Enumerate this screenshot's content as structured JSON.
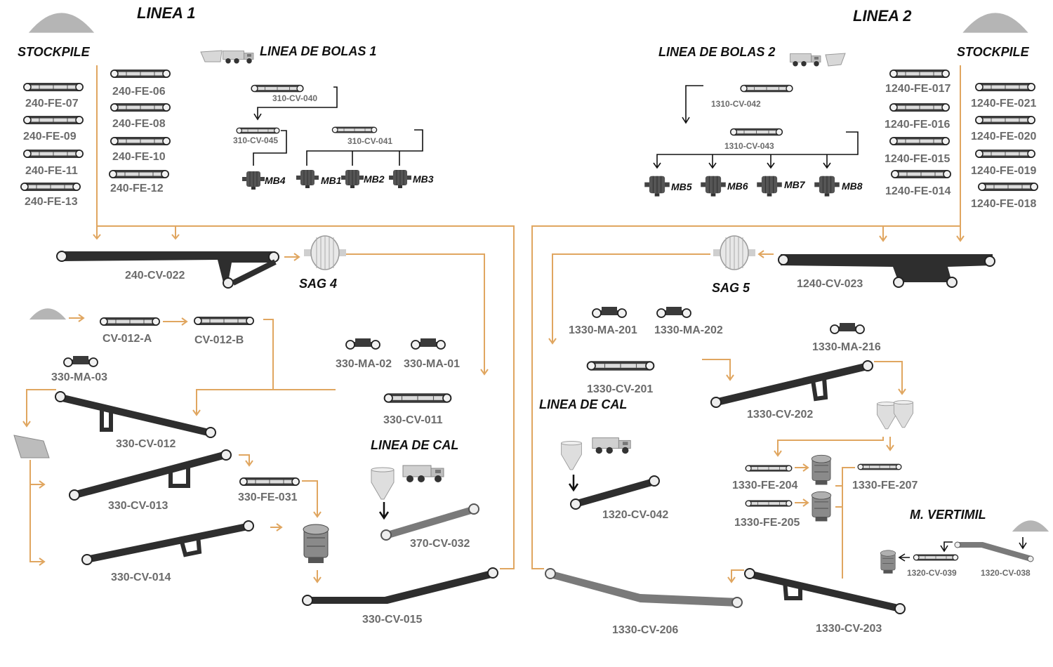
{
  "line1": {
    "title": "LINEA 1",
    "stockpile": "STOCKPILE",
    "ball_line": "LINEA DE BOLAS 1",
    "lime_line": "LINEA DE CAL",
    "sag": "SAG 4",
    "feeders_col1": [
      "240-FE-07",
      "240-FE-09",
      "240-FE-11",
      "240-FE-13"
    ],
    "feeders_col2": [
      "240-FE-06",
      "240-FE-08",
      "240-FE-10",
      "240-FE-12"
    ],
    "conveyors": {
      "cv040": "310-CV-040",
      "cv045": "310-CV-045",
      "cv041": "310-CV-041",
      "cv022": "240-CV-022",
      "cv012a": "CV-012-A",
      "cv012b": "CV-012-B",
      "cv011": "330-CV-011",
      "cv012": "330-CV-012",
      "cv013": "330-CV-013",
      "cv014": "330-CV-014",
      "fe031": "330-FE-031",
      "cv032": "370-CV-032",
      "cv015": "330-CV-015"
    },
    "magnets": [
      "330-MA-02",
      "330-MA-01",
      "330-MA-03"
    ],
    "ball_mills": [
      "MB4",
      "MB1",
      "MB2",
      "MB3"
    ]
  },
  "line2": {
    "title": "LINEA 2",
    "stockpile": "STOCKPILE",
    "ball_line": "LINEA DE BOLAS 2",
    "lime_line": "LINEA DE CAL",
    "vertimil": "M. VERTIMIL",
    "sag": "SAG 5",
    "feeders_col1": [
      "1240-FE-017",
      "1240-FE-016",
      "1240-FE-015",
      "1240-FE-014"
    ],
    "feeders_col2": [
      "1240-FE-021",
      "1240-FE-020",
      "1240-FE-019",
      "1240-FE-018"
    ],
    "conveyors": {
      "cv042": "1310-CV-042",
      "cv043": "1310-CV-043",
      "cv023": "1240-CV-023",
      "cv201": "1330-CV-201",
      "cv202": "1330-CV-202",
      "lime": "1320-CV-042",
      "fe204": "1330-FE-204",
      "fe205": "1330-FE-205",
      "fe207": "1330-FE-207",
      "cv039": "1320-CV-039",
      "cv038": "1320-CV-038",
      "cv206": "1330-CV-206",
      "cv203": "1330-CV-203"
    },
    "magnets": [
      "1330-MA-201",
      "1330-MA-202",
      "1330-MA-216"
    ],
    "ball_mills": [
      "MB5",
      "MB6",
      "MB7",
      "MB8"
    ]
  },
  "colors": {
    "flow": "#e0a660",
    "belt": "#2e2e2e",
    "label": "#6b6b6b",
    "title": "#111111"
  }
}
